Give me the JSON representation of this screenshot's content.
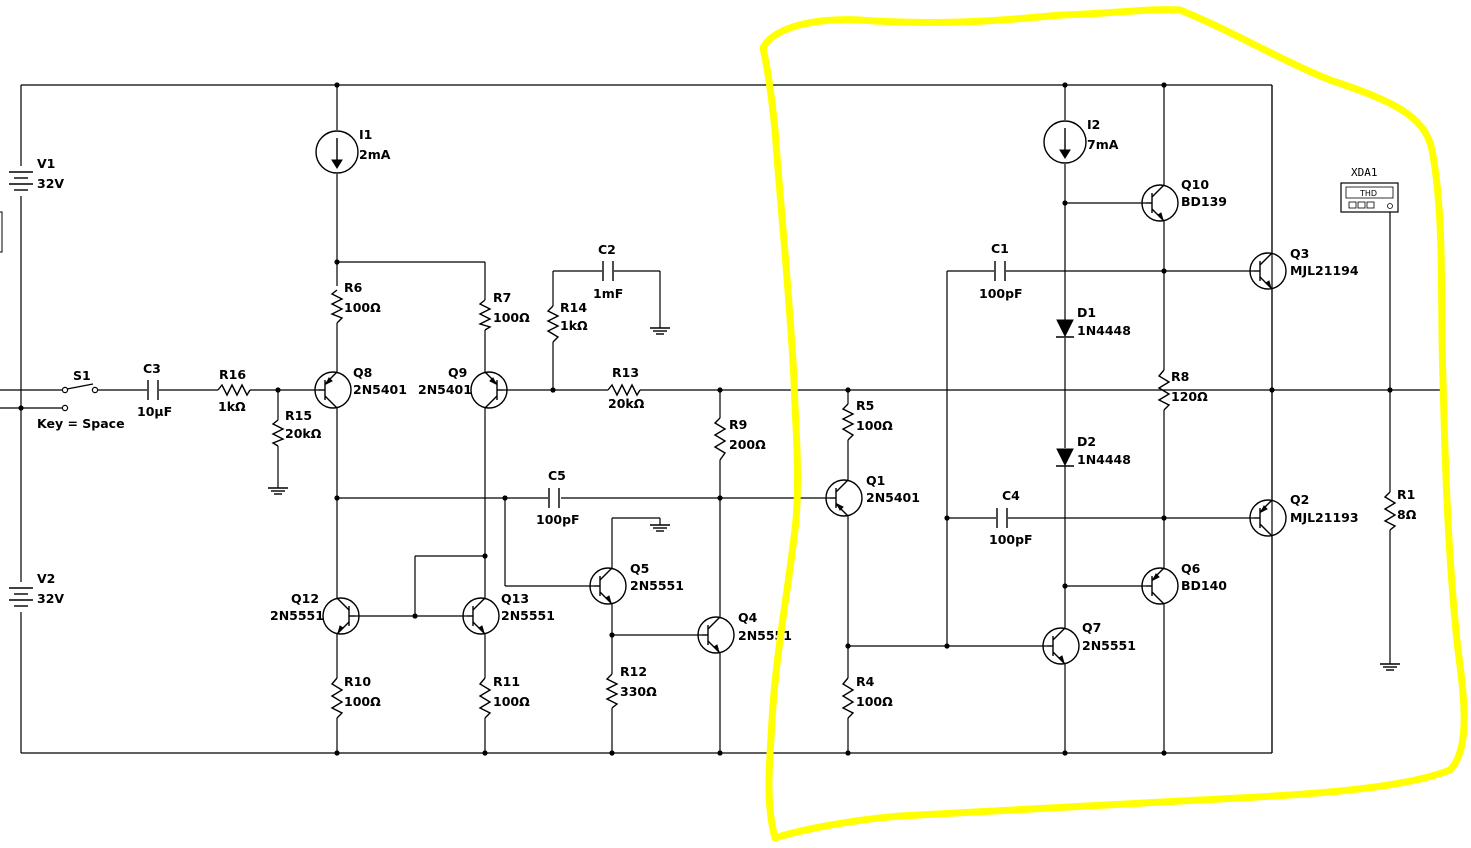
{
  "components": {
    "V1": {
      "ref": "V1",
      "value": "32V"
    },
    "V2": {
      "ref": "V2",
      "value": "32V"
    },
    "S1": {
      "ref": "S1",
      "key": "Key = Space"
    },
    "C3": {
      "ref": "C3",
      "value": "10µF"
    },
    "R16": {
      "ref": "R16",
      "value": "1kΩ"
    },
    "R15": {
      "ref": "R15",
      "value": "20kΩ"
    },
    "I1": {
      "ref": "I1",
      "value": "2mA"
    },
    "R6": {
      "ref": "R6",
      "value": "100Ω"
    },
    "Q8": {
      "ref": "Q8",
      "value": "2N5401"
    },
    "Q9": {
      "ref": "Q9",
      "value": "2N5401"
    },
    "R7": {
      "ref": "R7",
      "value": "100Ω"
    },
    "C2": {
      "ref": "C2",
      "value": "1mF"
    },
    "R14": {
      "ref": "R14",
      "value": "1kΩ"
    },
    "R13": {
      "ref": "R13",
      "value": "20kΩ"
    },
    "R9": {
      "ref": "R9",
      "value": "200Ω"
    },
    "C5": {
      "ref": "C5",
      "value": "100pF"
    },
    "Q12": {
      "ref": "Q12",
      "value": "2N5551"
    },
    "Q13": {
      "ref": "Q13",
      "value": "2N5551"
    },
    "Q5": {
      "ref": "Q5",
      "value": "2N5551"
    },
    "Q4": {
      "ref": "Q4",
      "value": "2N5551"
    },
    "R10": {
      "ref": "R10",
      "value": "100Ω"
    },
    "R11": {
      "ref": "R11",
      "value": "100Ω"
    },
    "R12": {
      "ref": "R12",
      "value": "330Ω"
    },
    "R5": {
      "ref": "R5",
      "value": "100Ω"
    },
    "Q1": {
      "ref": "Q1",
      "value": "2N5401"
    },
    "R4": {
      "ref": "R4",
      "value": "100Ω"
    },
    "I2": {
      "ref": "I2",
      "value": "7mA"
    },
    "Q10": {
      "ref": "Q10",
      "value": "BD139"
    },
    "C1": {
      "ref": "C1",
      "value": "100pF"
    },
    "Q3": {
      "ref": "Q3",
      "value": "MJL21194"
    },
    "D1": {
      "ref": "D1",
      "value": "1N4448"
    },
    "R8": {
      "ref": "R8",
      "value": "120Ω"
    },
    "D2": {
      "ref": "D2",
      "value": "1N4448"
    },
    "C4": {
      "ref": "C4",
      "value": "100pF"
    },
    "Q2": {
      "ref": "Q2",
      "value": "MJL21193"
    },
    "Q6": {
      "ref": "Q6",
      "value": "BD140"
    },
    "Q7": {
      "ref": "Q7",
      "value": "2N5551"
    },
    "R1": {
      "ref": "R1",
      "value": "8Ω"
    },
    "XDA1": {
      "ref": "XDA1",
      "display": "THD"
    }
  },
  "colors": {
    "wire": "#000000",
    "highlight": "#ffff00"
  }
}
